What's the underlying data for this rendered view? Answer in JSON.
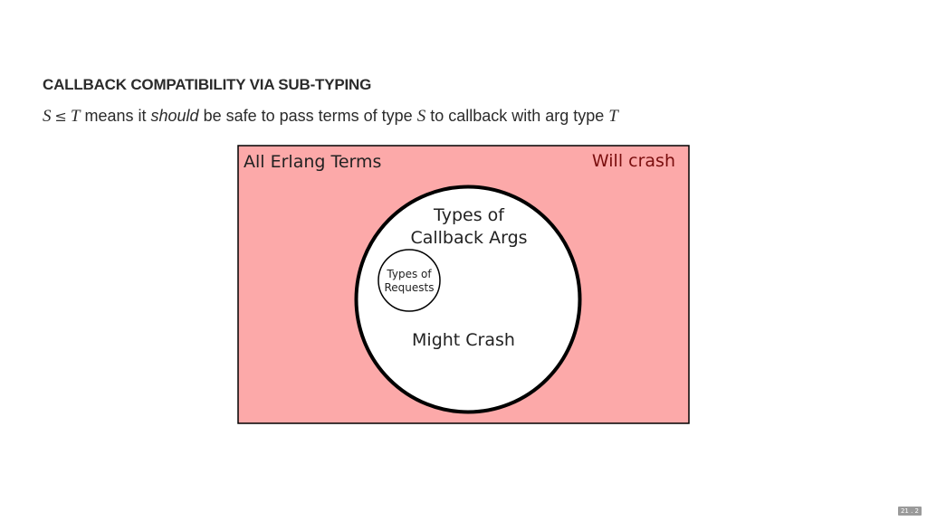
{
  "slide": {
    "title": "CALLBACK COMPATIBILITY VIA SUB-TYPING",
    "subtitle": {
      "var_s": "S",
      "leq": "≤",
      "var_t": "T",
      "text_1": " means it ",
      "emph": "should",
      "text_2": " be safe to pass terms of type ",
      "var_s2": "S",
      "text_3": " to callback with arg type ",
      "var_t2": "T"
    },
    "page_number": "21 . 2"
  },
  "diagram": {
    "outer_label": "All Erlang Terms",
    "outer_note": "Will crash",
    "middle_label_line1": "Types of",
    "middle_label_line2": "Callback Args",
    "middle_note": "Might Crash",
    "inner_label_line1": "Types of",
    "inner_label_line2": "Requests",
    "colors": {
      "outer_fill": "#fca9a9",
      "will_crash_text": "#7a0e0e",
      "stroke": "#000000",
      "circle_fill": "#ffffff"
    }
  }
}
